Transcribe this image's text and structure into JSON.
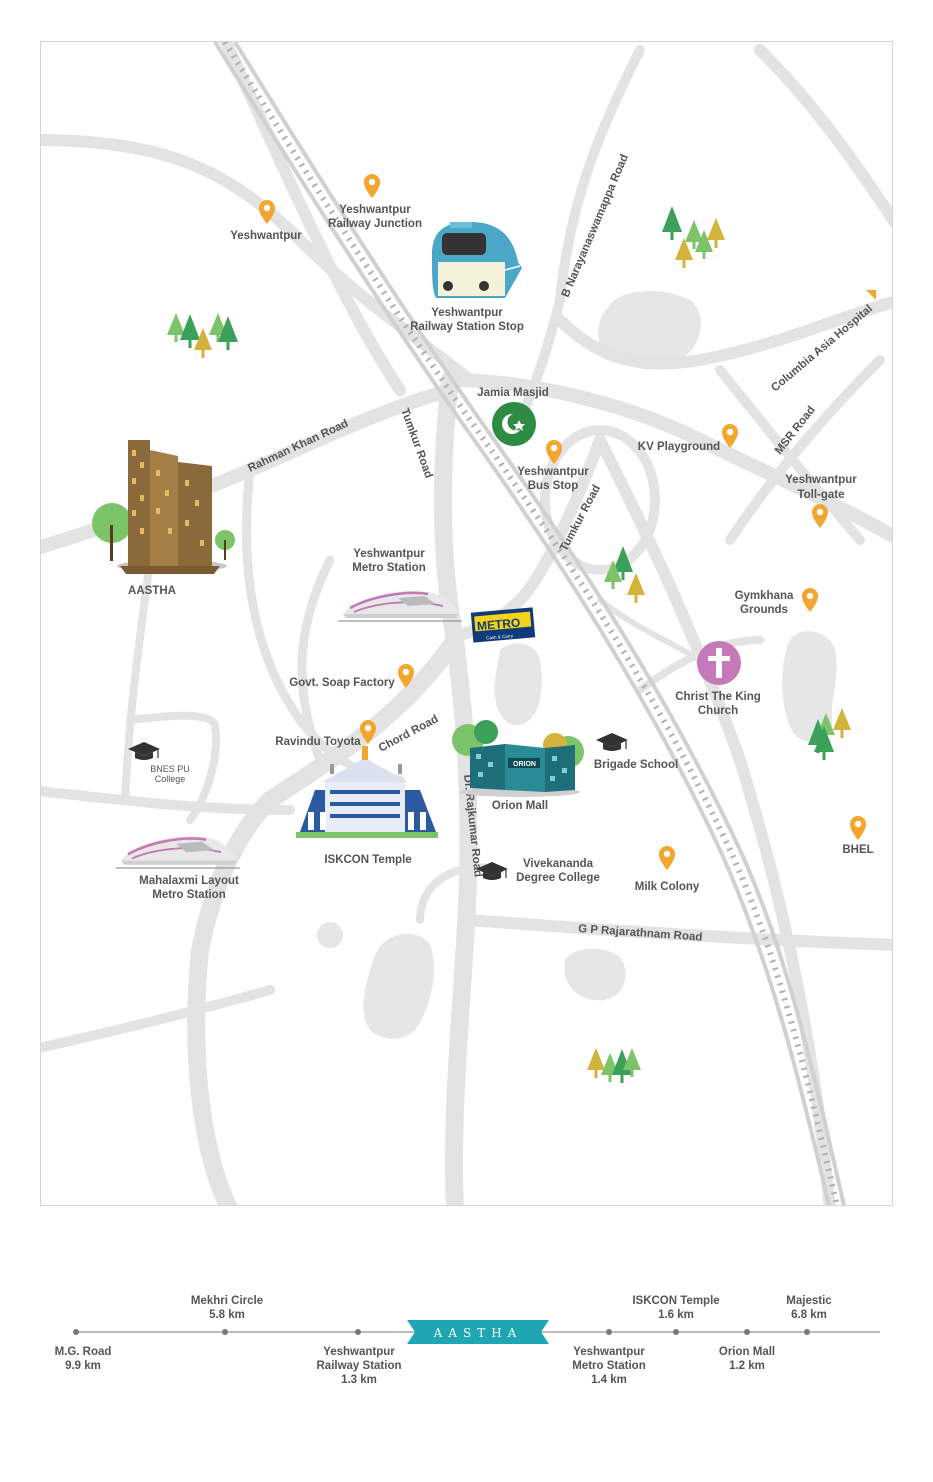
{
  "colors": {
    "road": "#e3e3e3",
    "water": "#e6e6e6",
    "pin": "#f2a52f",
    "tree_green": "#3aa05a",
    "tree_light": "#7cc36a",
    "tree_yellow": "#d4b33a",
    "mosque": "#2e8b43",
    "church": "#c579b9",
    "brand_teal": "#1fa6b5",
    "label": "#555555"
  },
  "map": {
    "roads": {
      "b_narayan": "B Narayanaswamappa Road",
      "columbia": "Columbia Asia Hospital",
      "msr": "MSR Road",
      "rahman": "Rahman Khan Road",
      "tumkur1": "Tumkur Road",
      "tumkur2": "Tumkur Road",
      "chord": "Chord Road",
      "rajkumar": "Dr. Rajkumar Road",
      "gp": "G P Rajarathnam Road"
    },
    "places": {
      "yeshwantpur": "Yeshwantpur",
      "railway_junction_1": "Yeshwantpur",
      "railway_junction_2": "Railway Junction",
      "station_stop_1": "Yeshwantpur",
      "station_stop_2": "Railway Station Stop",
      "jamia_masjid": "Jamia Masjid",
      "kv_playground": "KV Playground",
      "bus_stop_1": "Yeshwantpur",
      "bus_stop_2": "Bus Stop",
      "tollgate_1": "Yeshwantpur",
      "tollgate_2": "Toll-gate",
      "aastha": "AASTHA",
      "metro_station_1": "Yeshwantpur",
      "metro_station_2": "Metro Station",
      "gymkhana_1": "Gymkhana",
      "gymkhana_2": "Grounds",
      "govt_soap": "Govt. Soap Factory",
      "church_1": "Christ The King",
      "church_2": "Church",
      "ravindu": "Ravindu Toyota",
      "bnes_1": "BNES PU",
      "bnes_2": "College",
      "orion_mall": "Orion Mall",
      "brigade": "Brigade School",
      "iskcon": "ISKCON Temple",
      "mahalaxmi_1": "Mahalaxmi Layout",
      "mahalaxmi_2": "Metro Station",
      "vivekananda_1": "Vivekananda",
      "vivekananda_2": "Degree College",
      "milk_colony": "Milk Colony",
      "bhel": "BHEL",
      "metro_logo": "METRO",
      "metro_sub": "Cash & Carry",
      "orion_sign": "ORION"
    }
  },
  "distance_bar": {
    "brand": "AASTHA",
    "stops_above": [
      {
        "name": "Mekhri Circle",
        "dist": "5.8 km"
      },
      {
        "name": "ISKCON Temple",
        "dist": "1.6 km"
      },
      {
        "name": "Majestic",
        "dist": "6.8 km"
      }
    ],
    "stops_below": [
      {
        "name": "M.G. Road",
        "dist": "9.9 km"
      },
      {
        "name1": "Yeshwantpur",
        "name2": "Railway Station",
        "dist": "1.3 km"
      },
      {
        "name1": "Yeshwantpur",
        "name2": "Metro Station",
        "dist": "1.4 km"
      },
      {
        "name": "Orion Mall",
        "dist": "1.2 km"
      }
    ]
  }
}
